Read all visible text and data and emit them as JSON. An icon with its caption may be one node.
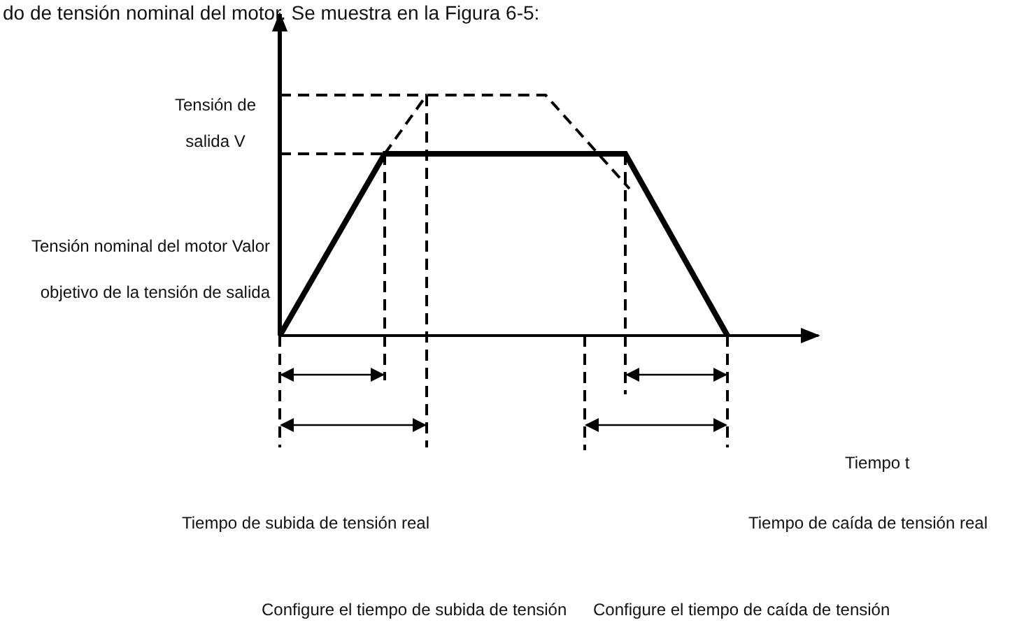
{
  "diagram": {
    "labels": [
      "do de tensión nominal del motor. Se muestra en la Figura 6-5:",
      "Tensión de salida V",
      "Tensión nominal del motor Valor objetivo de la tensión de salida",
      "Tiempo t",
      "Tiempo de subida de tensión real",
      "Tiempo de caída de tensión real",
      "Configure el tiempo de subida de tensión",
      "Configure el tiempo de caída de tensión"
    ]
  }
}
